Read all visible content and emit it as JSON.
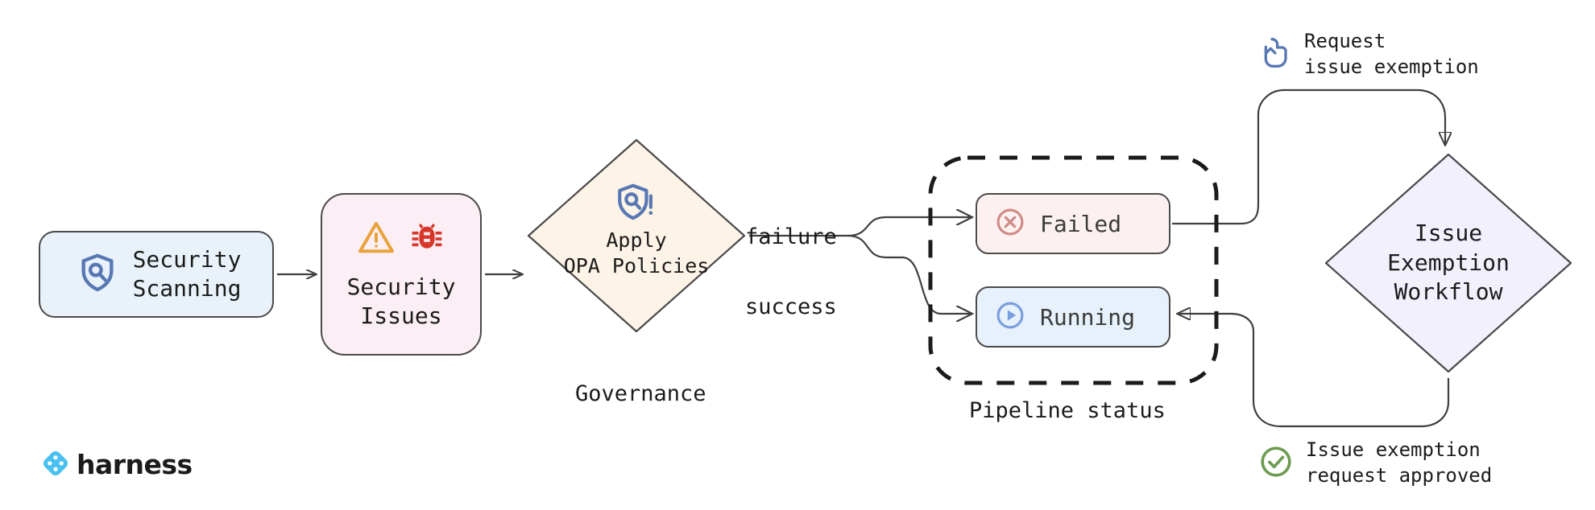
{
  "diagram": {
    "title": "Security scanning governance and issue exemption workflow",
    "background": "#ffffff"
  },
  "nodes": {
    "security_scanning": {
      "label": "Security\nScanning",
      "icon": "shield-search-icon",
      "fill": "#e9f2fb",
      "stroke": "#4a4a4a"
    },
    "security_issues": {
      "label": "Security\nIssues",
      "icons": [
        "warning-triangle-icon",
        "bug-icon"
      ],
      "fill": "#fbeef4",
      "stroke": "#4a4a4a"
    },
    "governance_diamond": {
      "label": "Apply\nOPA Policies",
      "icon": "shield-policy-alert-icon",
      "caption": "Governance",
      "fill": "#fdf3e7",
      "stroke": "#4a4a4a"
    },
    "exemption_diamond": {
      "label": "Issue\nExemption\nWorkflow",
      "fill": "#f2f0fc",
      "stroke": "#4a4a4a"
    }
  },
  "pipeline_status": {
    "caption": "Pipeline status",
    "border_style": "dashed",
    "chips": [
      {
        "label": "Failed",
        "icon": "circle-x-icon",
        "icon_color": "#cf8c86",
        "fill": "#fcf1f0",
        "stroke": "#4a4a4a"
      },
      {
        "label": "Running",
        "icon": "circle-play-icon",
        "icon_color": "#7a9ee0",
        "fill": "#e7f1fb",
        "stroke": "#4a4a4a"
      }
    ]
  },
  "edges": [
    {
      "from": "security_scanning",
      "to": "security_issues",
      "label": ""
    },
    {
      "from": "security_issues",
      "to": "governance_diamond",
      "label": ""
    },
    {
      "from": "governance_diamond",
      "to": "failed",
      "label": "failure"
    },
    {
      "from": "governance_diamond",
      "to": "running",
      "label": "success"
    },
    {
      "from": "failed",
      "to": "exemption_diamond",
      "label": ""
    },
    {
      "from": "exemption_diamond",
      "to": "running",
      "label": ""
    }
  ],
  "edge_labels": {
    "failure": "failure",
    "success": "success"
  },
  "annotations": [
    {
      "id": "request",
      "text": "Request\nissue exemption",
      "icon": "tap-hand-icon",
      "icon_color": "#5878b4"
    },
    {
      "id": "approved",
      "text": "Issue exemption\nrequest approved",
      "icon": "circle-check-icon",
      "icon_color": "#6d9b52"
    }
  ],
  "logo": {
    "wordmark": "harness",
    "mark": "harness-diamond-icon",
    "mark_color": "#49c0ef"
  },
  "colors": {
    "accent_blue": "#5878b4",
    "warning_orange": "#e9a33c",
    "bug_red": "#d8382a",
    "failed_red": "#cf8c86",
    "running_blue": "#7a9ee0",
    "approved_green": "#6d9b52",
    "line": "#3f3f3f"
  }
}
